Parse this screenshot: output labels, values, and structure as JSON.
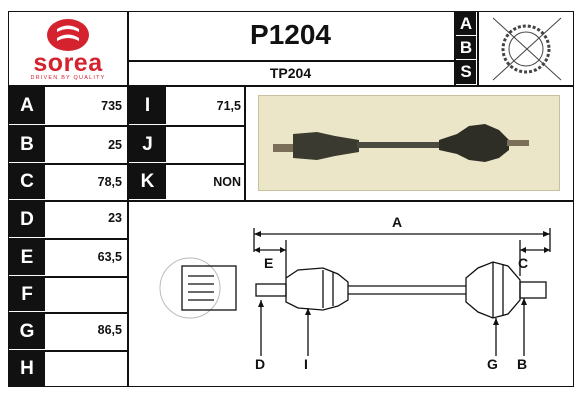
{
  "brand": {
    "name": "sorea",
    "tagline": "DRIVEN BY QUALITY",
    "color": "#d4232f"
  },
  "product": {
    "code": "P1204",
    "ref": "TP204"
  },
  "abs_letters": [
    "A",
    "B",
    "S"
  ],
  "left_specs": [
    {
      "label": "A",
      "value": "735"
    },
    {
      "label": "B",
      "value": "25"
    },
    {
      "label": "C",
      "value": "78,5"
    },
    {
      "label": "D",
      "value": "23"
    },
    {
      "label": "E",
      "value": "63,5"
    },
    {
      "label": "F",
      "value": ""
    },
    {
      "label": "G",
      "value": "86,5"
    },
    {
      "label": "H",
      "value": ""
    }
  ],
  "mid_specs": [
    {
      "label": "I",
      "value": "71,5"
    },
    {
      "label": "J",
      "value": ""
    },
    {
      "label": "K",
      "value": "NON"
    }
  ],
  "diagram_labels": {
    "a": "A",
    "c": "C",
    "e": "E",
    "d": "D",
    "i": "I",
    "g": "G",
    "b": "B"
  },
  "icons": {
    "abs_sensor": "abs-gear-crossed-icon",
    "logo": "sorea-logo-icon"
  }
}
